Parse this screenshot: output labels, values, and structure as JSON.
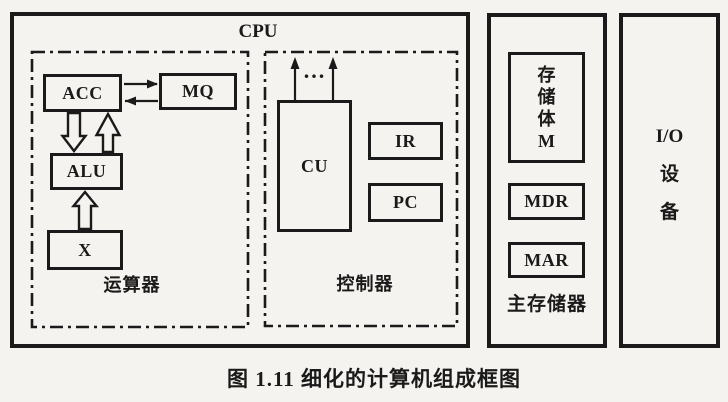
{
  "colors": {
    "ink": "#1a1a1a",
    "paper": "#f5f3ef"
  },
  "caption": "图 1.11  细化的计算机组成框图",
  "cpu": {
    "label": "CPU",
    "arithmetic_section": {
      "label": "运算器",
      "acc": "ACC",
      "mq": "MQ",
      "alu": "ALU",
      "x": "X"
    },
    "control_section": {
      "label": "控制器",
      "cu": "CU",
      "ir": "IR",
      "pc": "PC",
      "dots": "..."
    }
  },
  "main_memory": {
    "label": "主存储器",
    "storage_lines": [
      "存",
      "储",
      "体",
      "M"
    ],
    "mdr": "MDR",
    "mar": "MAR"
  },
  "io_device": {
    "lines": [
      "I/O",
      "设",
      "备"
    ]
  }
}
